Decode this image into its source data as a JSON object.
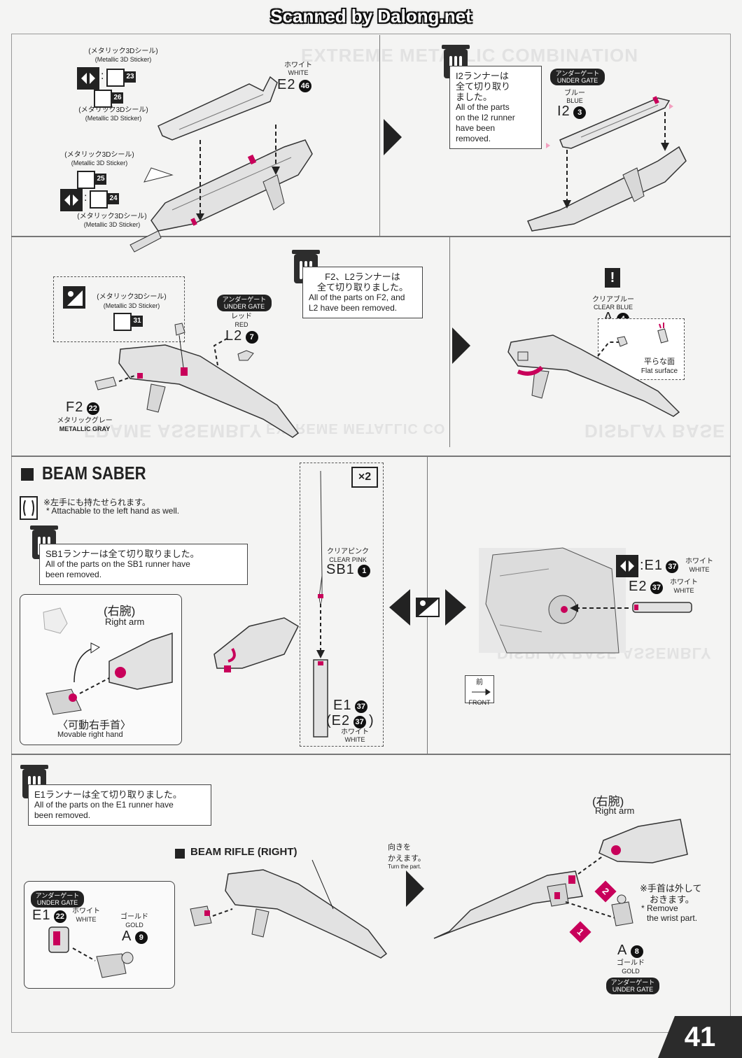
{
  "header": {
    "scan_banner": "Scanned by Dalong.net"
  },
  "ghost_text": {
    "extreme_metallic": "EXTREME METALLIC COMBINATION",
    "frame_assembly": "FRAME ASSEMBLY",
    "extreme_metallic_2": "EXTREME METALLIC CO",
    "display_base": "DISPLAY BASE",
    "display_base_assembly": "DISPLAY BASE ASSEMBLY"
  },
  "row1": {
    "left": {
      "sticker_top_jp": "(メタリック3Dシール)",
      "sticker_top_en": "(Metallic 3D Sticker)",
      "sticker_23": "23",
      "sticker_26": "26",
      "sticker_26_jp": "(メタリック3Dシール)",
      "sticker_26_en": "(Metallic 3D Sticker)",
      "sticker_25_jp": "(メタリック3Dシール)",
      "sticker_25_en": "(Metallic 3D Sticker)",
      "sticker_25": "25",
      "sticker_24": "24",
      "sticker_bottom_jp": "(メタリック3Dシール)",
      "sticker_bottom_en": "(Metallic 3D Sticker)",
      "color_jp": "ホワイト",
      "color_en": "WHITE",
      "part_code": "E2",
      "part_num": "46"
    },
    "right": {
      "note_jp_1": "I2ランナーは",
      "note_jp_2": "全て切り取り",
      "note_jp_3": "ました。",
      "note_en_1": "All of the parts",
      "note_en_2": "on the I2 runner",
      "note_en_3": "have been",
      "note_en_4": "removed.",
      "gate_jp": "アンダーゲート",
      "gate_en": "UNDER GATE",
      "color_jp": "ブルー",
      "color_en": "BLUE",
      "part_code": "I2",
      "part_num": "3"
    }
  },
  "row2": {
    "left": {
      "sticker_jp": "(メタリック3Dシール)",
      "sticker_en": "(Metallic 3D Sticker)",
      "sticker_31": "31",
      "gate_jp": "アンダーゲート",
      "gate_en": "UNDER GATE",
      "color_jp": "レッド",
      "color_en": "RED",
      "part_code": "L2",
      "part_num": "7",
      "note_jp_1": "F2、L2ランナーは",
      "note_jp_2": "全て切り取りました。",
      "note_en_1": "All of the parts on F2, and",
      "note_en_2": "L2 have been removed.",
      "f2_code": "F2",
      "f2_num": "22",
      "f2_color_jp": "メタリックグレー",
      "f2_color_en": "METALLIC GRAY"
    },
    "right": {
      "color_jp": "クリアブルー",
      "color_en": "CLEAR BLUE",
      "part_code": "A",
      "part_num": "4",
      "flat_jp": "平らな面",
      "flat_en": "Flat surface",
      "warn": "!"
    }
  },
  "row3": {
    "title": "BEAM SABER",
    "left_hand_jp": "※左手にも持たせられます。",
    "left_hand_en": "* Attachable to the left hand as well.",
    "note_jp": "SB1ランナーは全て切り取りました。",
    "note_en_1": "All of the parts on the SB1 runner have",
    "note_en_2": "been removed.",
    "right_arm_jp": "(右腕)",
    "right_arm_en": "Right arm",
    "movable_hand_jp": "〈可動右手首〉",
    "movable_hand_en": "Movable right hand",
    "x2": "×2",
    "sb1_color_jp": "クリアピンク",
    "sb1_color_en": "CLEAR PINK",
    "sb1_code": "SB1",
    "sb1_num": "1",
    "e1_code": "E1",
    "e1_num": "37",
    "e2_code": "(E2",
    "e2_num": "37",
    "e2_close": ")",
    "white_jp": "ホワイト",
    "white_en": "WHITE",
    "r_e1_code": ":E1",
    "r_e1_num": "37",
    "r_e1_color_jp": "ホワイト",
    "r_e1_color_en": "WHITE",
    "r_e2_code": "E2",
    "r_e2_num": "37",
    "r_e2_color_jp": "ホワイト",
    "r_e2_color_en": "WHITE",
    "front_jp": "前",
    "front_en": "FRONT"
  },
  "row4": {
    "note_jp": "E1ランナーは全て切り取りました。",
    "note_en_1": "All of the parts on the E1 runner have",
    "note_en_2": "been removed.",
    "beam_rifle": "BEAM RIFLE (RIGHT)",
    "gate_jp": "アンダーゲート",
    "gate_en": "UNDER GATE",
    "e1_code": "E1",
    "e1_num": "22",
    "e1_color_jp": "ホワイト",
    "e1_color_en": "WHITE",
    "gold_jp": "ゴールド",
    "gold_en": "GOLD",
    "a_code": "A",
    "a_num": "9",
    "turn_jp_1": "向きを",
    "turn_jp_2": "かえます。",
    "turn_en": "Turn the part.",
    "right_arm_jp": "(右腕)",
    "right_arm_en": "Right arm",
    "remove_jp_1": "※手首は外して",
    "remove_jp_2": "おきます。",
    "remove_en_1": "* Remove",
    "remove_en_2": "the wrist part.",
    "step1": "1",
    "step2": "2",
    "a8_code": "A",
    "a8_num": "8",
    "a8_color_jp": "ゴールド",
    "a8_color_en": "GOLD",
    "a8_gate_jp": "アンダーゲート",
    "a8_gate_en": "UNDER GATE"
  },
  "page_number": "41",
  "colors": {
    "accent": "#c8005a",
    "ink": "#222222",
    "paper": "#f4f4f3"
  }
}
